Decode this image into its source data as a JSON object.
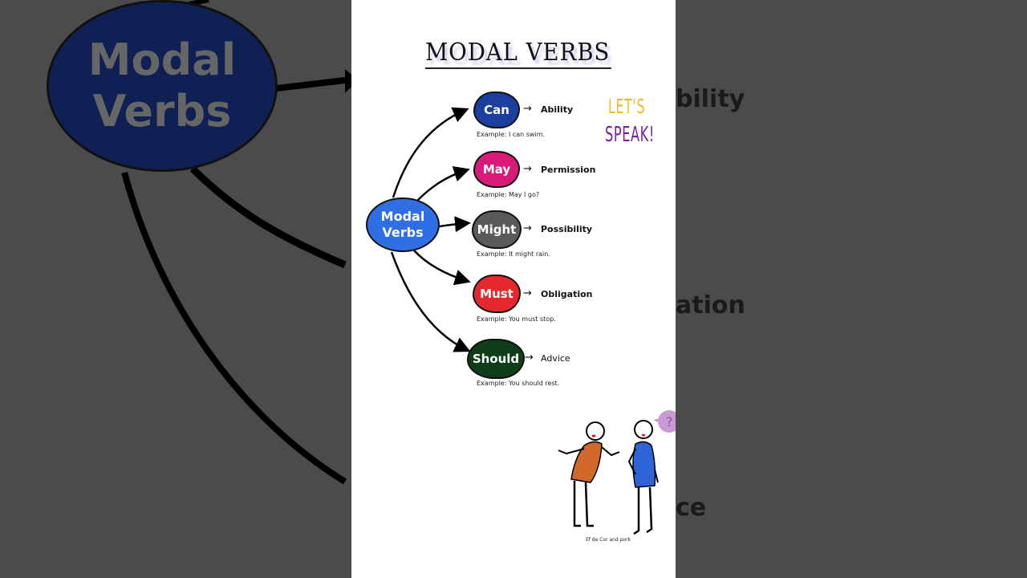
{
  "background": {
    "hub_lines": [
      "Modal",
      "Verbs"
    ],
    "right_fragments": [
      "bility",
      "ation",
      "ce"
    ]
  },
  "poster": {
    "title": "MODAL VERBS",
    "hub": {
      "line1": "Modal",
      "line2": "Verbs",
      "color": "#2f6fe6"
    },
    "verbs": [
      {
        "verb": "Can",
        "meaning": "Ability",
        "example": "Example: I can swim.",
        "color": "#1b3f9e"
      },
      {
        "verb": "May",
        "meaning": "Permission",
        "example": "Example: May I go?",
        "color": "#d81b7a"
      },
      {
        "verb": "Might",
        "meaning": "Possibility",
        "example": "Example: It might rain.",
        "color": "#5a5a5a"
      },
      {
        "verb": "Must",
        "meaning": "Obligation",
        "example": "Example: You must stop.",
        "color": "#e8262e"
      },
      {
        "verb": "Should",
        "meaning": "Advice",
        "example": "Example: You should rest.",
        "color": "#0f3d18"
      }
    ],
    "badge": {
      "line1": "LET'S",
      "line2": "SPEAK!",
      "color1": "#f0b92a",
      "color2": "#7b1fa2"
    },
    "illustration": {
      "speech_bubble": "?",
      "caption": "Ef de Cor and pork"
    }
  }
}
